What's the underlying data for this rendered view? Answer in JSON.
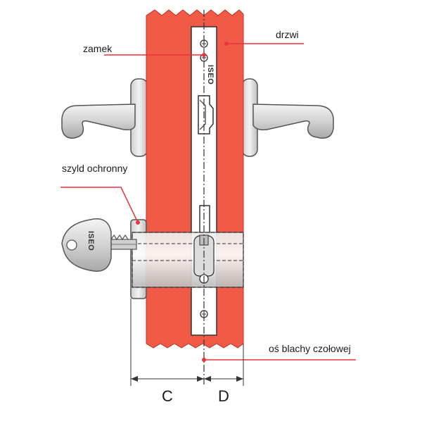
{
  "labels": {
    "lock": "zamek",
    "door": "drzwi",
    "escutcheon": "szyld ochronny",
    "faceplate_axis": "oś blachy czołowej"
  },
  "dimensions": {
    "c": "C",
    "d": "D"
  },
  "brand": {
    "faceplate": "ISEO",
    "key": "ISEO"
  },
  "colors": {
    "door": "#f15a47",
    "door_edge": "#b8322a",
    "annotation_red": "#e8343a",
    "metal": "#d9d9d9",
    "outline": "#333333"
  }
}
